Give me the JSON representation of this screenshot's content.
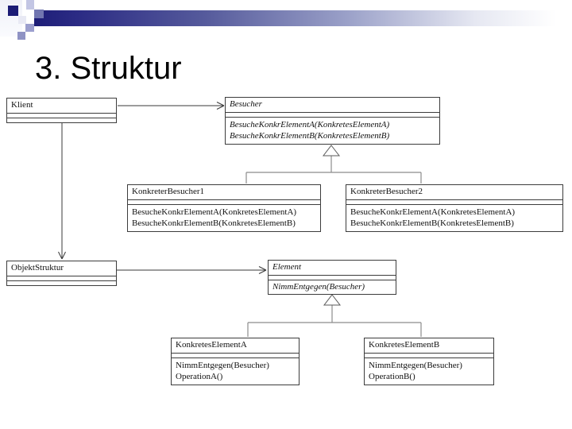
{
  "slide": {
    "title": "3. Struktur"
  },
  "decor": {
    "bar_dark": "#1b1b75",
    "bar_mid": "#565b9c",
    "bar_light": "#ffffff",
    "square_colors": [
      "#1b1b75",
      "#7176b0",
      "#9c9fce",
      "#c3c6e4",
      "#e8e9f4",
      "#8f93c4"
    ]
  },
  "diagram": {
    "classes": [
      {
        "name": "Klient",
        "abstract": "false",
        "methods": []
      },
      {
        "name": "Besucher",
        "abstract": "true",
        "methods": [
          "BesucheKonkrElementA(KonkretesElementA)",
          "BesucheKonkrElementB(KonkretesElementB)"
        ]
      },
      {
        "name": "KonkreterBesucher1",
        "abstract": "false",
        "methods": [
          "BesucheKonkrElementA(KonkretesElementA)",
          "BesucheKonkrElementB(KonkretesElementB)"
        ]
      },
      {
        "name": "KonkreterBesucher2",
        "abstract": "false",
        "methods": [
          "BesucheKonkrElementA(KonkretesElementA)",
          "BesucheKonkrElementB(KonkretesElementB)"
        ]
      },
      {
        "name": "ObjektStruktur",
        "abstract": "false",
        "methods": []
      },
      {
        "name": "Element",
        "abstract": "true",
        "methods": [
          "NimmEntgegen(Besucher)"
        ]
      },
      {
        "name": "KonkretesElementA",
        "abstract": "false",
        "methods": [
          "NimmEntgegen(Besucher)",
          "OperationA()"
        ]
      },
      {
        "name": "KonkretesElementB",
        "abstract": "false",
        "methods": [
          "NimmEntgegen(Besucher)",
          "OperationB()"
        ]
      }
    ],
    "relations": [
      {
        "type": "association-arrow",
        "from": "Klient",
        "to": "Besucher"
      },
      {
        "type": "association-arrow",
        "from": "Klient",
        "to": "ObjektStruktur"
      },
      {
        "type": "association-arrow",
        "from": "ObjektStruktur",
        "to": "Element"
      },
      {
        "type": "generalization",
        "parent": "Besucher",
        "children": [
          "KonkreterBesucher1",
          "KonkreterBesucher2"
        ]
      },
      {
        "type": "generalization",
        "parent": "Element",
        "children": [
          "KonkretesElementA",
          "KonkretesElementB"
        ]
      }
    ]
  }
}
